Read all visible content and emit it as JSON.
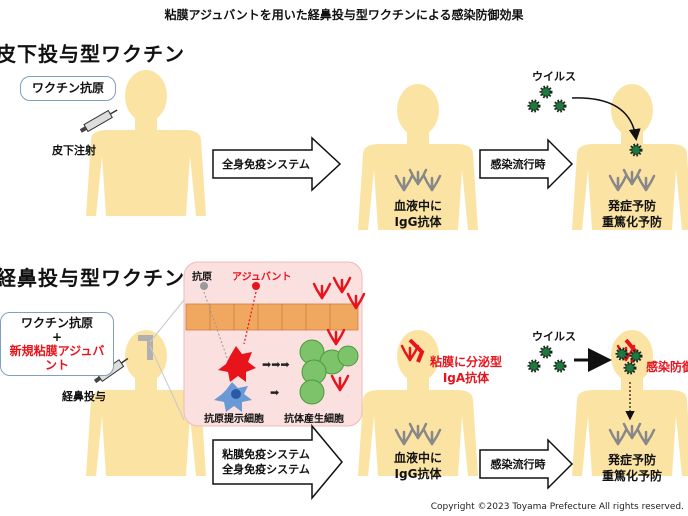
{
  "title": "粘膜アジュバントを用いた経鼻投与型ワクチンによる感染防御効果",
  "section1": {
    "heading": "皮下投与型ワクチン",
    "antigen_bubble": "ワクチン抗原",
    "injection_label": "皮下注射",
    "arrow_label": "全身免疫システム",
    "igg_label_line1": "血液中に",
    "igg_label_line2": "IgG抗体",
    "virus_label": "ウイルス",
    "infection_arrow_label": "感染流行時",
    "effect_line1": "発症予防",
    "effect_line2": "重篤化予防"
  },
  "section2": {
    "heading": "経鼻投与型ワクチン",
    "bubble_line1": "ワクチン抗原",
    "bubble_plus": "+",
    "bubble_line2": "新規粘膜アジュバント",
    "nasal_label": "経鼻投与",
    "inset_antigen": "抗原",
    "inset_adjuvant": "アジュバント",
    "inset_apc": "抗原提示細胞",
    "inset_plasma": "抗体産生細胞",
    "arrow_line1": "粘膜免疫システム",
    "arrow_line2": "全身免疫システム",
    "iga_line1": "粘膜に分泌型",
    "iga_line2": "IgA抗体",
    "igg_label_line1": "血液中に",
    "igg_label_line2": "IgG抗体",
    "virus_label": "ウイルス",
    "infection_arrow_label": "感染流行時",
    "block_label": "感染防御",
    "effect_line1": "発症予防",
    "effect_line2": "重篤化予防"
  },
  "copyright": "Copyright ©2023 Toyama Prefecture All rights reserved.",
  "colors": {
    "skin": "#fbe3a3",
    "red": "#e8141c",
    "inset_bg": "#fbe0e0",
    "cell_layer": "#f0a860",
    "green_cell": "#7cc36a"
  }
}
